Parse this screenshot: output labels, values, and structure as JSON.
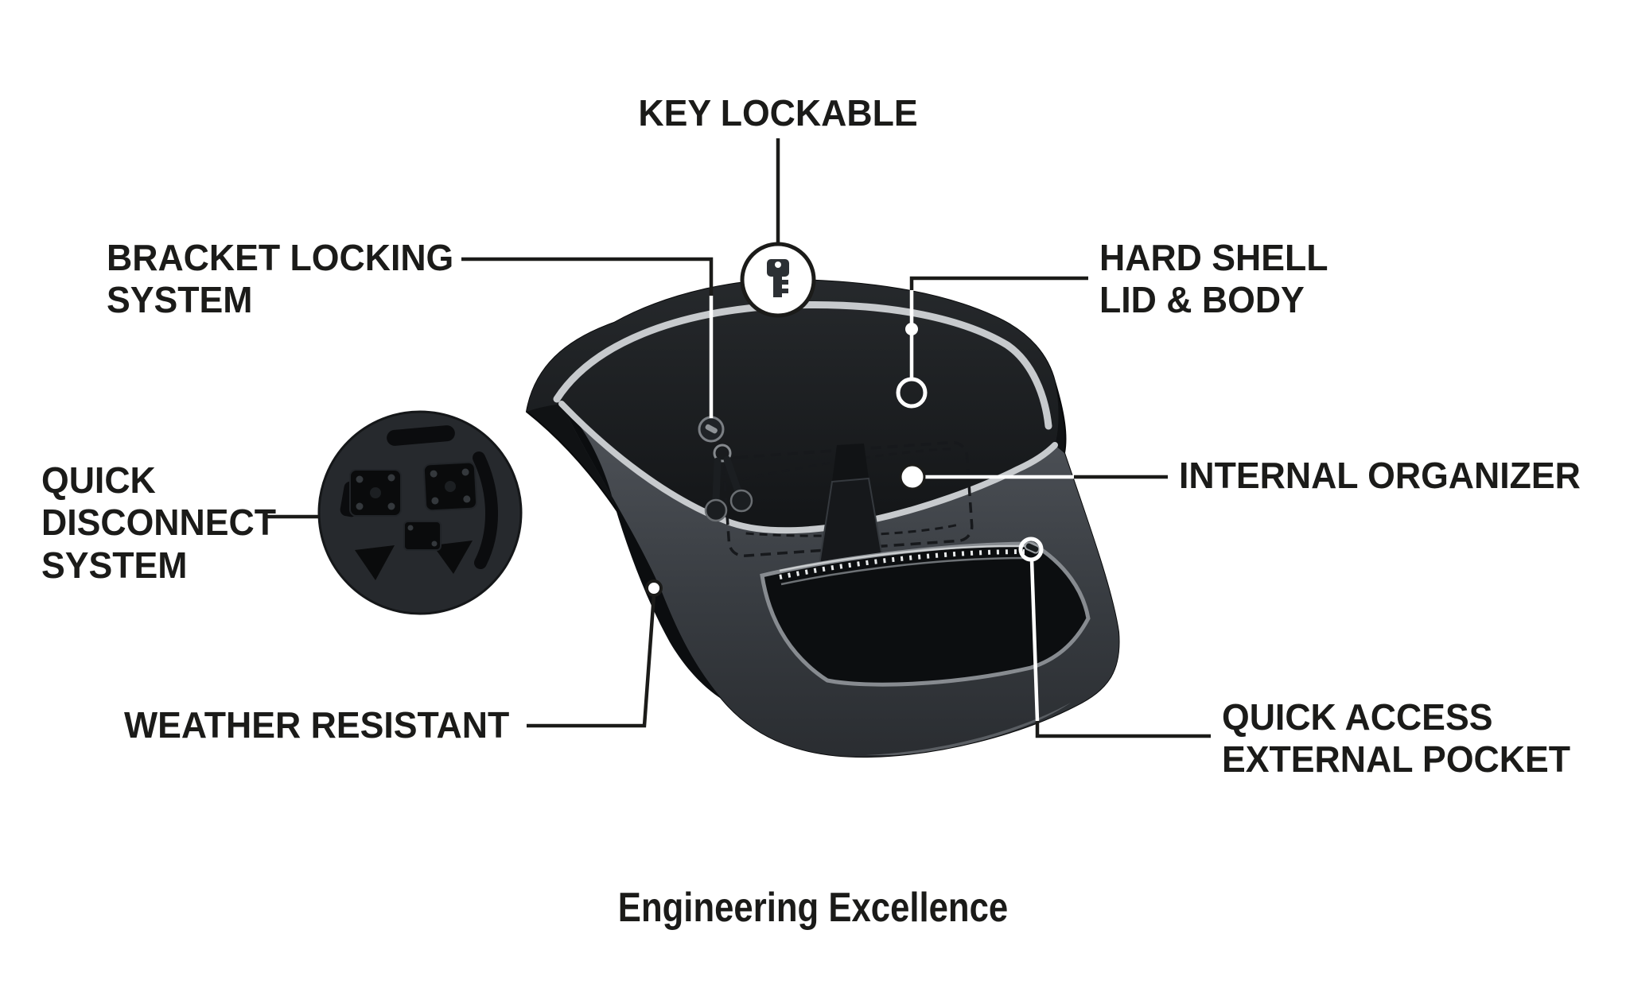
{
  "footer": {
    "title": "Engineering Excellence"
  },
  "callouts": {
    "key_lockable": {
      "lines": [
        "KEY LOCKABLE"
      ]
    },
    "bracket_locking_system": {
      "lines": [
        "BRACKET LOCKING",
        "SYSTEM"
      ]
    },
    "hard_shell_lid_body": {
      "lines": [
        "HARD SHELL",
        "LID & BODY"
      ]
    },
    "quick_disconnect_system": {
      "lines": [
        "QUICK",
        "DISCONNECT",
        "SYSTEM"
      ]
    },
    "internal_organizer": {
      "lines": [
        "INTERNAL ORGANIZER"
      ]
    },
    "weather_resistant": {
      "lines": [
        "WEATHER RESISTANT"
      ]
    },
    "quick_access_external_pocket": {
      "lines": [
        "QUICK ACCESS",
        "EXTERNAL POCKET"
      ]
    }
  },
  "icons": {
    "key_emblem": "key-icon",
    "bag_lock": "keyhole-lock-icon",
    "bag_keys": "keys-icon",
    "inset_photo": "quick-disconnect-hardware"
  },
  "colors": {
    "background": "#ffffff",
    "text": "#1b1b19",
    "callout_line": "#1b1b19",
    "callout_line_on_dark": "#ffffff",
    "bag_body": "#101214",
    "bag_lid": "#1d2023",
    "bag_face_top": "#50545a",
    "bag_face_bottom": "#2a2d31",
    "seam_highlight": "#c7cacd",
    "pocket_outline": "#878b90"
  }
}
